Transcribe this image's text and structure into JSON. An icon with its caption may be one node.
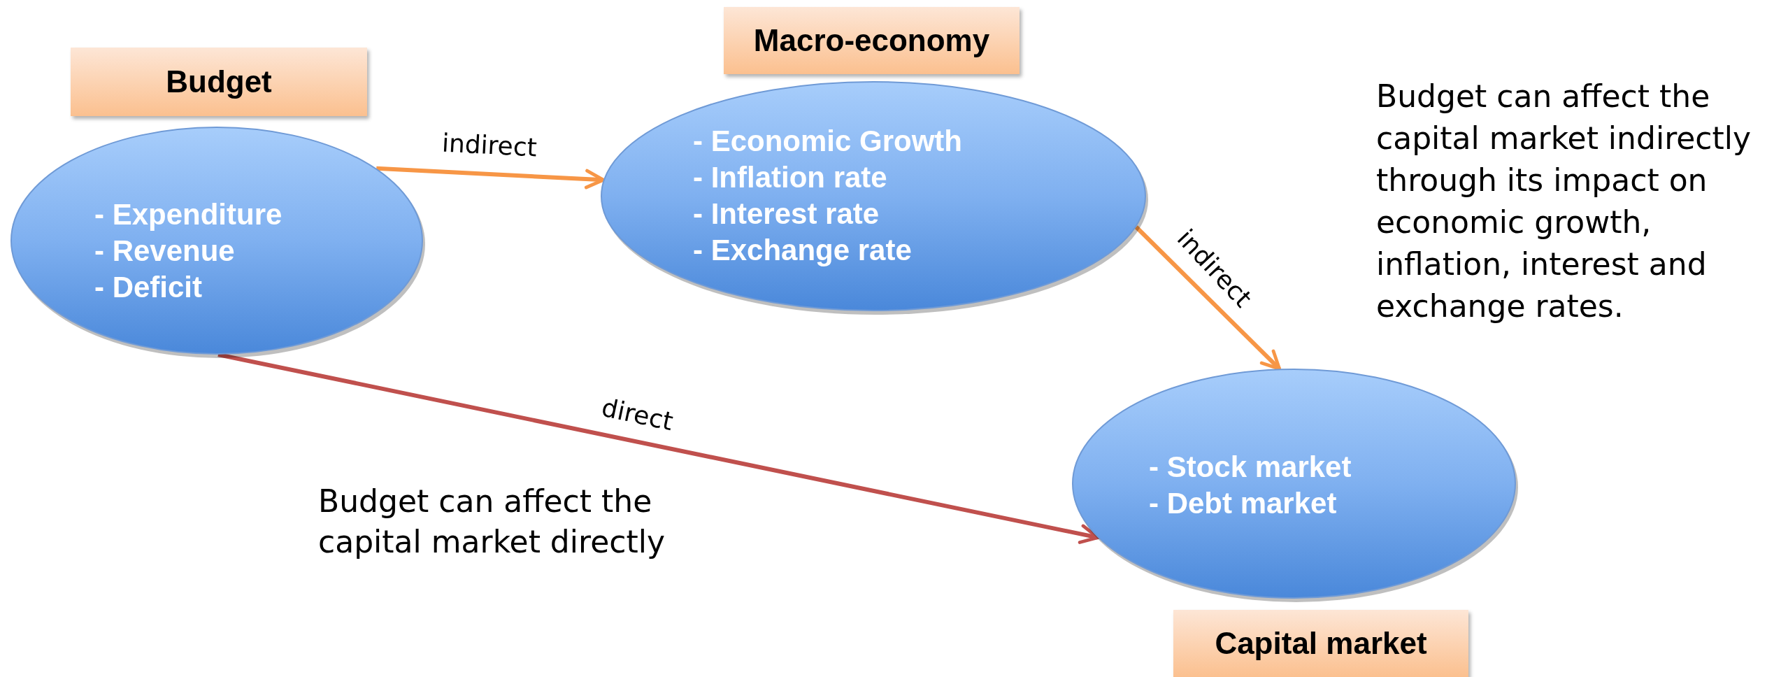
{
  "diagram": {
    "nodes": [
      {
        "text": [
          "Budget"
        ]
      },
      {
        "text": [
          "- Expenditure",
          "- Revenue",
          "- Deficit"
        ]
      },
      {
        "text": [
          "Macro-economy"
        ]
      },
      {
        "text": [
          "- Economic Growth",
          "- Inflation rate",
          "- Interest rate",
          "- Exchange rate"
        ]
      },
      {
        "text": [
          "- Stock market",
          "- Debt market"
        ]
      },
      {
        "text": [
          "Capital market"
        ]
      }
    ],
    "edges": [
      {
        "from": 1,
        "to": 3,
        "arrow": "to",
        "label": "indirect"
      },
      {
        "from": 3,
        "to": 4,
        "arrow": "to",
        "label": "indirect"
      },
      {
        "from": 1,
        "to": 4,
        "arrow": "to",
        "label": "direct",
        "color": "#c0504d"
      }
    ],
    "labels": [
      "Budget can affect the capital market indirectly through its impact on economic growth, inflation, interest and exchange rates.",
      "Budget can affect the capital market directly"
    ]
  }
}
